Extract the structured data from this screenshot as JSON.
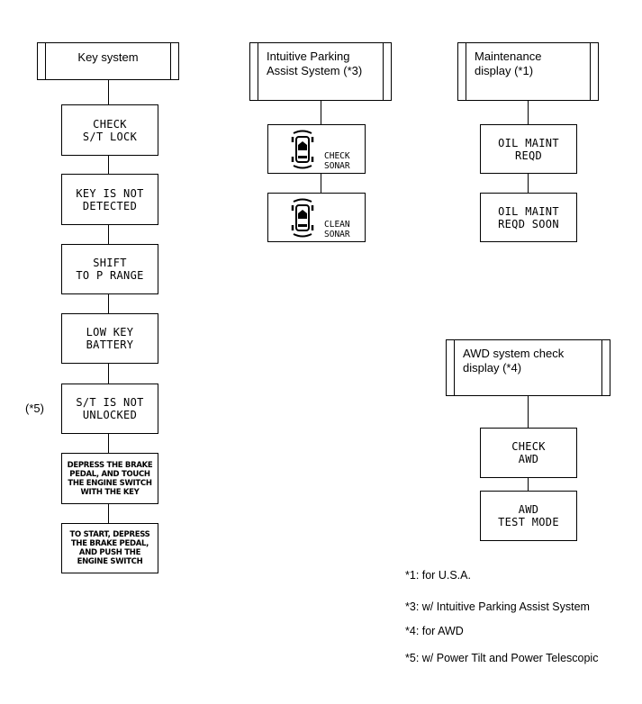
{
  "key_system": {
    "header": "Key system",
    "messages": [
      "CHECK\nS/T LOCK",
      "KEY IS NOT\nDETECTED",
      "SHIFT\nTO P RANGE",
      "LOW KEY\nBATTERY",
      "S/T IS NOT\nUNLOCKED",
      "DEPRESS THE BRAKE\nPEDAL, AND TOUCH\nTHE ENGINE SWITCH\nWITH THE KEY",
      "TO START, DEPRESS\nTHE BRAKE PEDAL,\nAND PUSH THE\nENGINE SWITCH"
    ],
    "side_note": "(*5)"
  },
  "parking_assist": {
    "header": "Intuitive Parking\nAssist System (*3)",
    "messages": [
      "CHECK\nSONAR",
      "CLEAN\nSONAR"
    ],
    "icon": "car-sonar-icon"
  },
  "maintenance": {
    "header": "Maintenance\ndisplay (*1)",
    "messages": [
      "OIL MAINT\nREQD",
      "OIL MAINT\nREQD SOON"
    ]
  },
  "awd": {
    "header": "AWD system check\ndisplay (*4)",
    "messages": [
      "CHECK\nAWD",
      "AWD\nTEST MODE"
    ]
  },
  "footnotes": [
    "*1: for U.S.A.",
    "*3: w/ Intuitive Parking Assist System",
    "*4: for AWD",
    "*5: w/ Power Tilt and Power Telescopic"
  ]
}
